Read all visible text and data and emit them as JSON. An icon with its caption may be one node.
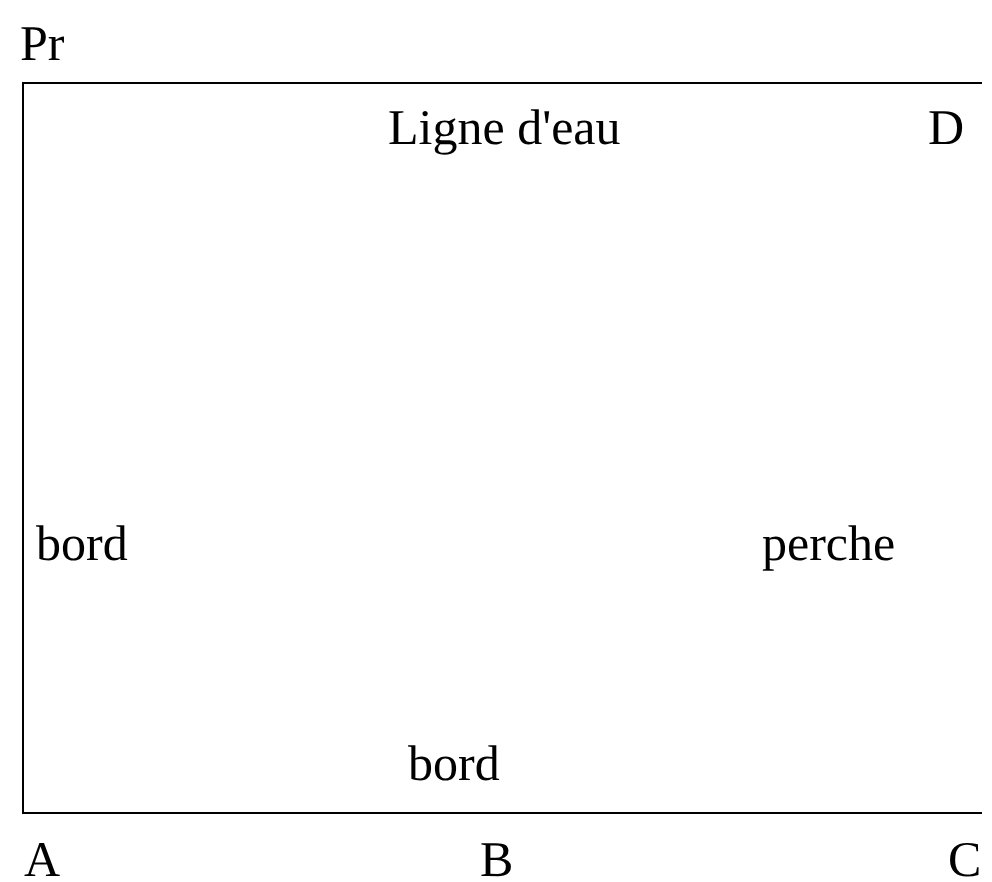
{
  "diagram": {
    "nodes": [
      {
        "text": [
          "Ligne d'eau",
          "D",
          "bord",
          "perche",
          "bord"
        ]
      }
    ],
    "labels": [
      "Pr",
      "A",
      "B",
      "C"
    ]
  }
}
